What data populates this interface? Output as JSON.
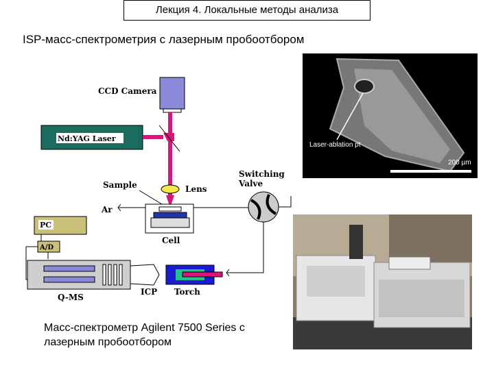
{
  "header": {
    "text": "Лекция 4. Локальные методы анализа"
  },
  "slide": {
    "title": "ISP-масс-спектрометрия с лазерным пробоотбором",
    "caption": "Масс-спектрометр Agilent 7500 Series с лазерным пробоотбором"
  },
  "diagram": {
    "ccd_camera": "CCD Camera",
    "laser": "Nd:YAG Laser",
    "sample": "Sample",
    "lens": "Lens",
    "switching_valve_line1": "Switching",
    "switching_valve_line2": "Valve",
    "ar": "Ar",
    "pc": "PC",
    "cell": "Cell",
    "ad": "A/D",
    "qms": "Q-MS",
    "icp": "ICP",
    "torch": "Torch"
  },
  "micrograph": {
    "annotation": "Laser-ablation pt",
    "scale": "200 µm"
  },
  "colors": {
    "laser_box": "#1c6b5f",
    "beam": "#d9147a",
    "camera": "#8a8ad8",
    "lens": "#f2e84a",
    "pc_box": "#c9c07a",
    "torch_outer": "#1a1ad0",
    "torch_inner": "#22c28a"
  }
}
